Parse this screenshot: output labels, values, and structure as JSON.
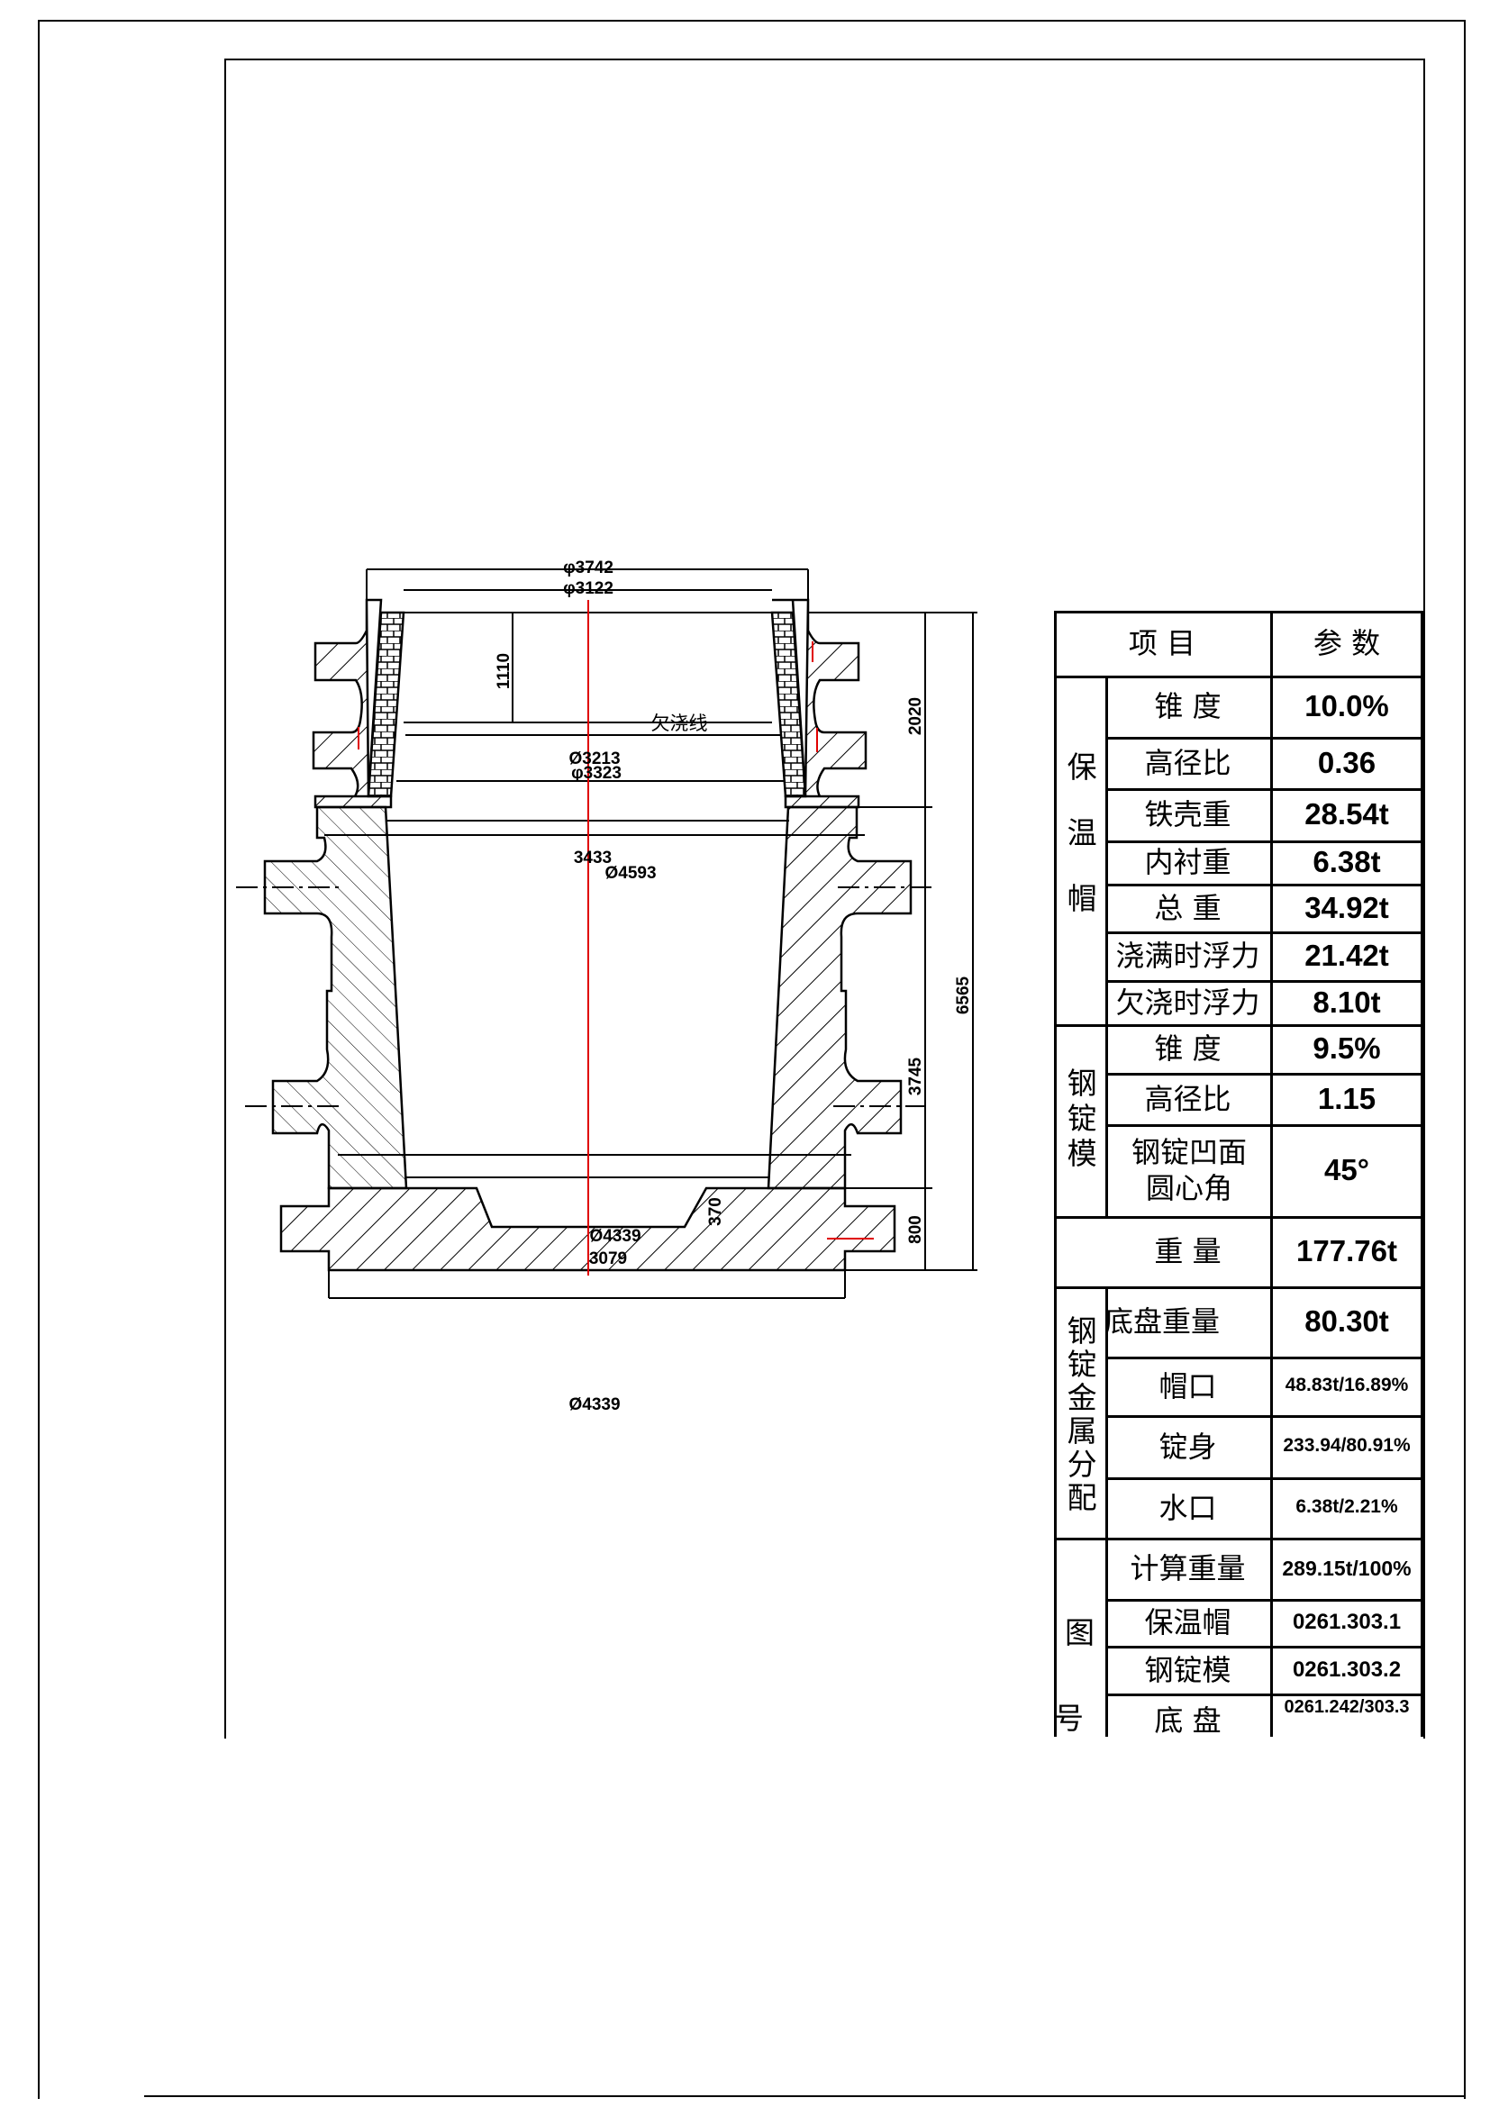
{
  "drawing": {
    "dimensions": {
      "d_top_outer": "φ3742",
      "d_top_inner": "φ3122",
      "h_hat_underpour": "1110",
      "underpour_line": "欠浇线",
      "d_underpour": "Ø3213",
      "d_hat_bottom": "φ3323",
      "d_mold_top_inner": "3433",
      "d_mold_top_outer": "Ø4593",
      "d_mold_bottom_outer": "Ø4339",
      "d_mold_bottom_inner": "3079",
      "recess_depth": "370",
      "d_base": "Ø4339",
      "h_hat": "2020",
      "h_mold": "3745",
      "h_base": "800",
      "h_total": "6565"
    },
    "colors": {
      "line": "#000000",
      "centerline": "#e00000"
    }
  },
  "table": {
    "header": {
      "item": "项  目",
      "param": "参  数"
    },
    "groups": [
      {
        "label": "保温帽",
        "rows": [
          {
            "item": "锥  度",
            "value": "10.0%"
          },
          {
            "item": "高径比",
            "value": "0.36"
          },
          {
            "item": "铁壳重",
            "value": "28.54t"
          },
          {
            "item": "内衬重",
            "value": "6.38t"
          },
          {
            "item": "总  重",
            "value": "34.92t"
          },
          {
            "item": "浇满时浮力",
            "value": "21.42t"
          },
          {
            "item": "欠浇时浮力",
            "value": "8.10t"
          }
        ]
      },
      {
        "label": "钢锭模",
        "rows": [
          {
            "item": "锥  度",
            "value": "9.5%"
          },
          {
            "item": "高径比",
            "value": "1.15"
          },
          {
            "item": "钢锭凹面圆心角",
            "value": "45°"
          },
          {
            "item": "重  量",
            "value": "177.76t"
          }
        ]
      }
    ],
    "base_weight": {
      "item": "底盘重量",
      "value": "80.30t"
    },
    "metal_distribution": {
      "label": "钢锭金属分配",
      "rows": [
        {
          "item": "帽口",
          "value": "48.83t/16.89%"
        },
        {
          "item": "锭身",
          "value": "233.94/80.91%"
        },
        {
          "item": "水口",
          "value": "6.38t/2.21%"
        },
        {
          "item": "计算重量",
          "value": "289.15t/100%"
        }
      ]
    },
    "drawing_numbers": {
      "label": "图号",
      "label_top": "图",
      "label_bottom": "号",
      "rows": [
        {
          "item": "保温帽",
          "value": "0261.303.1"
        },
        {
          "item": "钢锭模",
          "value": "0261.303.2"
        },
        {
          "item": "底  盘",
          "value": "0261.242/303.3"
        }
      ]
    }
  }
}
